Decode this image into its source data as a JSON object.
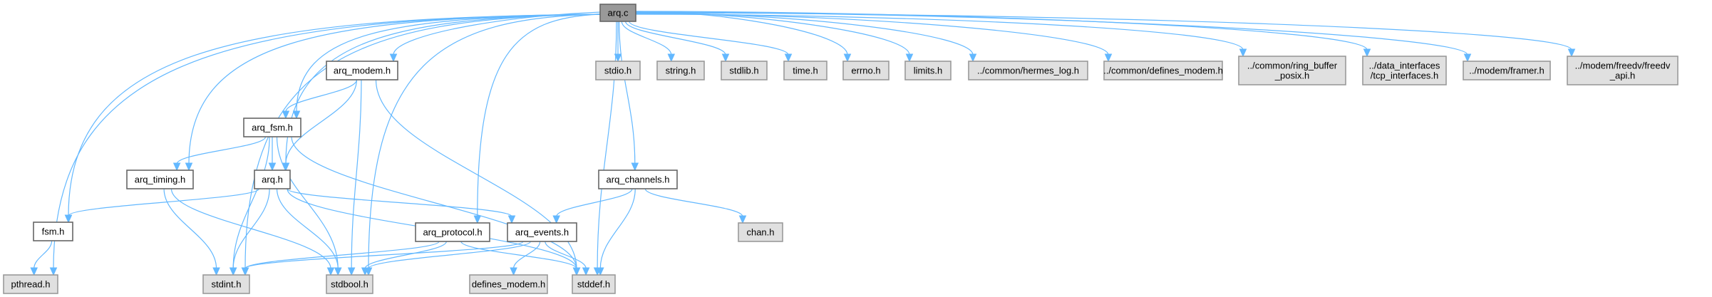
{
  "diagram": {
    "title": "arq.c include dependency graph",
    "colors": {
      "edge": "#63b8ff",
      "root_fill": "#999999",
      "local_fill": "#ffffff",
      "system_fill": "#e0e0e0"
    },
    "nodes": [
      {
        "id": "arq_c",
        "label": [
          "arq.c"
        ],
        "kind": "root"
      },
      {
        "id": "arq_modem_h",
        "label": [
          "arq_modem.h"
        ],
        "kind": "local"
      },
      {
        "id": "stdio_h",
        "label": [
          "stdio.h"
        ],
        "kind": "system"
      },
      {
        "id": "string_h",
        "label": [
          "string.h"
        ],
        "kind": "system"
      },
      {
        "id": "stdlib_h",
        "label": [
          "stdlib.h"
        ],
        "kind": "system"
      },
      {
        "id": "time_h",
        "label": [
          "time.h"
        ],
        "kind": "system"
      },
      {
        "id": "errno_h",
        "label": [
          "errno.h"
        ],
        "kind": "system"
      },
      {
        "id": "limits_h",
        "label": [
          "limits.h"
        ],
        "kind": "system"
      },
      {
        "id": "hermes_log_h",
        "label": [
          "../common/hermes_log.h"
        ],
        "kind": "system"
      },
      {
        "id": "defines_modem_common_h",
        "label": [
          "../common/defines_modem.h"
        ],
        "kind": "system"
      },
      {
        "id": "ring_buffer_posix_h",
        "label": [
          "../common/ring_buffer",
          "_posix.h"
        ],
        "kind": "system"
      },
      {
        "id": "tcp_interfaces_h",
        "label": [
          "../data_interfaces",
          "/tcp_interfaces.h"
        ],
        "kind": "system"
      },
      {
        "id": "framer_h",
        "label": [
          "../modem/framer.h"
        ],
        "kind": "system"
      },
      {
        "id": "freedv_api_h",
        "label": [
          "../modem/freedv/freedv",
          "_api.h"
        ],
        "kind": "system"
      },
      {
        "id": "arq_fsm_h",
        "label": [
          "arq_fsm.h"
        ],
        "kind": "local"
      },
      {
        "id": "arq_timing_h",
        "label": [
          "arq_timing.h"
        ],
        "kind": "local"
      },
      {
        "id": "arq_h",
        "label": [
          "arq.h"
        ],
        "kind": "local"
      },
      {
        "id": "arq_channels_h",
        "label": [
          "arq_channels.h"
        ],
        "kind": "local"
      },
      {
        "id": "fsm_h",
        "label": [
          "fsm.h"
        ],
        "kind": "local"
      },
      {
        "id": "arq_protocol_h",
        "label": [
          "arq_protocol.h"
        ],
        "kind": "local"
      },
      {
        "id": "arq_events_h",
        "label": [
          "arq_events.h"
        ],
        "kind": "local"
      },
      {
        "id": "chan_h",
        "label": [
          "chan.h"
        ],
        "kind": "system"
      },
      {
        "id": "pthread_h",
        "label": [
          "pthread.h"
        ],
        "kind": "system"
      },
      {
        "id": "stdint_h",
        "label": [
          "stdint.h"
        ],
        "kind": "system"
      },
      {
        "id": "stdbool_h",
        "label": [
          "stdbool.h"
        ],
        "kind": "system"
      },
      {
        "id": "defines_modem_h",
        "label": [
          "defines_modem.h"
        ],
        "kind": "system"
      },
      {
        "id": "stddef_h",
        "label": [
          "stddef.h"
        ],
        "kind": "system"
      }
    ],
    "edges": [
      [
        "arq_c",
        "arq_modem_h"
      ],
      [
        "arq_c",
        "stdio_h"
      ],
      [
        "arq_c",
        "string_h"
      ],
      [
        "arq_c",
        "stdlib_h"
      ],
      [
        "arq_c",
        "time_h"
      ],
      [
        "arq_c",
        "errno_h"
      ],
      [
        "arq_c",
        "limits_h"
      ],
      [
        "arq_c",
        "hermes_log_h"
      ],
      [
        "arq_c",
        "defines_modem_common_h"
      ],
      [
        "arq_c",
        "ring_buffer_posix_h"
      ],
      [
        "arq_c",
        "tcp_interfaces_h"
      ],
      [
        "arq_c",
        "framer_h"
      ],
      [
        "arq_c",
        "freedv_api_h"
      ],
      [
        "arq_c",
        "arq_fsm_h"
      ],
      [
        "arq_c",
        "arq_timing_h"
      ],
      [
        "arq_c",
        "arq_h"
      ],
      [
        "arq_c",
        "arq_channels_h"
      ],
      [
        "arq_c",
        "fsm_h"
      ],
      [
        "arq_c",
        "arq_protocol_h"
      ],
      [
        "arq_c",
        "pthread_h"
      ],
      [
        "arq_c",
        "stdint_h"
      ],
      [
        "arq_c",
        "stdbool_h"
      ],
      [
        "arq_c",
        "stddef_h"
      ],
      [
        "arq_modem_h",
        "arq_fsm_h"
      ],
      [
        "arq_modem_h",
        "arq_h"
      ],
      [
        "arq_modem_h",
        "stdbool_h"
      ],
      [
        "arq_modem_h",
        "stddef_h"
      ],
      [
        "arq_fsm_h",
        "arq_timing_h"
      ],
      [
        "arq_fsm_h",
        "arq_h"
      ],
      [
        "arq_fsm_h",
        "stdint_h"
      ],
      [
        "arq_fsm_h",
        "stdbool_h"
      ],
      [
        "arq_fsm_h",
        "stddef_h"
      ],
      [
        "arq_timing_h",
        "stdint_h"
      ],
      [
        "arq_timing_h",
        "stdbool_h"
      ],
      [
        "arq_h",
        "fsm_h"
      ],
      [
        "arq_h",
        "arq_events_h"
      ],
      [
        "arq_h",
        "stdint_h"
      ],
      [
        "arq_h",
        "stdbool_h"
      ],
      [
        "arq_h",
        "stddef_h"
      ],
      [
        "arq_channels_h",
        "arq_events_h"
      ],
      [
        "arq_channels_h",
        "chan_h"
      ],
      [
        "arq_channels_h",
        "stddef_h"
      ],
      [
        "fsm_h",
        "pthread_h"
      ],
      [
        "arq_protocol_h",
        "stdint_h"
      ],
      [
        "arq_protocol_h",
        "stdbool_h"
      ],
      [
        "arq_protocol_h",
        "stddef_h"
      ],
      [
        "arq_events_h",
        "defines_modem_h"
      ],
      [
        "arq_events_h",
        "stdint_h"
      ],
      [
        "arq_events_h",
        "stdbool_h"
      ],
      [
        "arq_events_h",
        "stddef_h"
      ]
    ]
  }
}
